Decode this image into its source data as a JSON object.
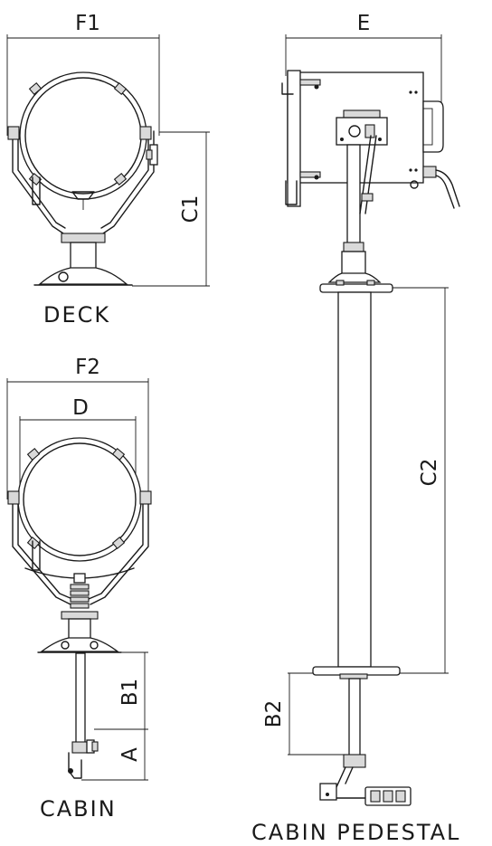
{
  "dimensions": {
    "F1": "F1",
    "E": "E",
    "C1": "C1",
    "F2": "F2",
    "D": "D",
    "C2": "C2",
    "B1": "B1",
    "A": "A",
    "B2": "B2"
  },
  "views": {
    "deck": "DECK",
    "cabin": "CABIN",
    "cabin_pedestal": "CABIN PEDESTAL"
  },
  "colors": {
    "line": "#1a1a1a",
    "background": "#ffffff"
  }
}
